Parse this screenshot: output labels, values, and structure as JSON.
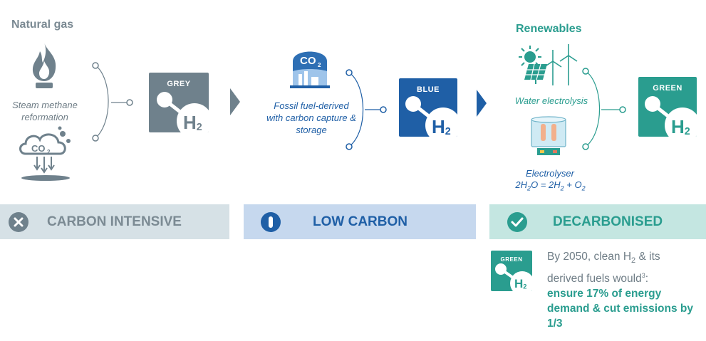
{
  "grey": {
    "title": "Natural gas",
    "process": "Steam methane reformation",
    "co2_label": "CO2",
    "tile_label": "GREY",
    "h2_label": "H2"
  },
  "blue": {
    "process": "Fossil fuel-derived with carbon capture & storage",
    "co2_label": "CO2",
    "tile_label": "BLUE",
    "h2_label": "H2"
  },
  "green": {
    "title": "Renewables",
    "process": "Water electrolysis",
    "device": "Electrolyser",
    "equation": "2H2O = 2H2 + O2",
    "tile_label": "GREEN",
    "h2_label": "H2"
  },
  "bands": {
    "carbon_intensive": "CARBON INTENSIVE",
    "low_carbon": "LOW CARBON",
    "decarbonised": "DECARBONISED"
  },
  "stat": {
    "tile_label": "GREEN",
    "h2_label": "H2",
    "line1_prefix": "By 2050, clean H",
    "line1_sub": "2",
    "line1_suffix": " & its",
    "line2": "derived fuels would",
    "footnote_mark": "3",
    "line2_end": ":",
    "bold_text": "ensure 17% of energy demand & cut emissions by 1/3"
  },
  "colors": {
    "grey": "#6f818c",
    "blue": "#1f5fa6",
    "green": "#2a9d8f",
    "band_grey": "#d6e1e6",
    "band_blue": "#c6d8ee",
    "band_green": "#c4e6e1"
  }
}
